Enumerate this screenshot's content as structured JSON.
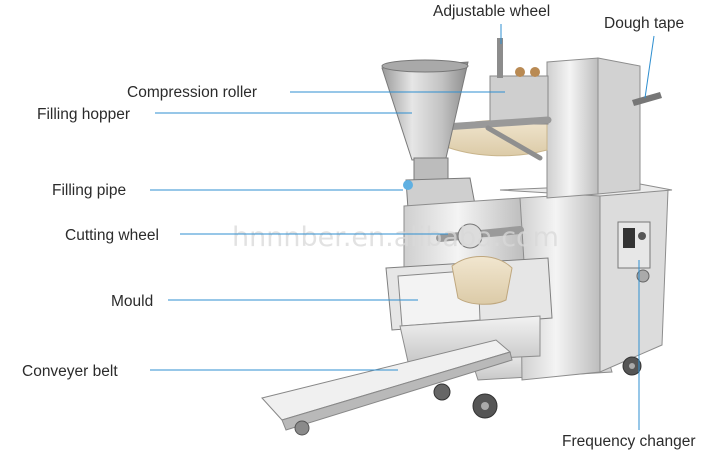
{
  "labels": {
    "adjustable_wheel": "Adjustable wheel",
    "dough_tape": "Dough tape",
    "compression_roller": "Compression roller",
    "filling_hopper": "Filling hopper",
    "filling_pipe": "Filling pipe",
    "cutting_wheel": "Cutting wheel",
    "mould": "Mould",
    "conveyer_belt": "Conveyer belt",
    "frequency_changer": "Frequency changer"
  },
  "watermark": "hnnnber.en.alibaba.com",
  "colors": {
    "leader_line": "#2f8fd0",
    "label_text": "#2b2b2b",
    "steel_light": "#eeeeee",
    "steel_mid": "#d4d4d4",
    "steel_dark": "#9e9e9e"
  }
}
